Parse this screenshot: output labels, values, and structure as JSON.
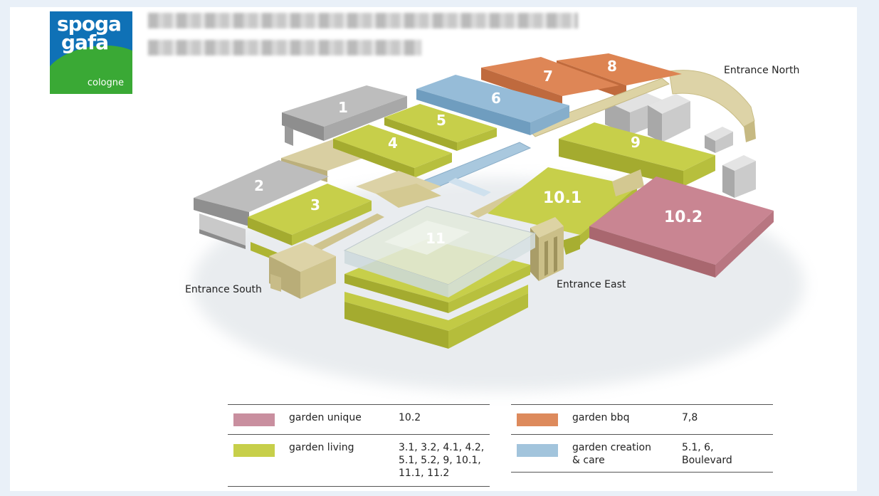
{
  "logo": {
    "line1": "spoga",
    "line2": "gafa",
    "line3": "cologne"
  },
  "colors": {
    "living": "#c7cf4a",
    "unique": "#c97f91",
    "bbq": "#dd8452",
    "creation": "#96bcd8",
    "gray": "#b9b9b9",
    "tan": "#d9cfa2"
  },
  "halls": {
    "h1": "1",
    "h2": "2",
    "h3": "3",
    "h4": "4",
    "h5": "5",
    "h6": "6",
    "h7": "7",
    "h8": "8",
    "h9": "9",
    "h10_1": "10.1",
    "h10_2": "10.2",
    "h11": "11"
  },
  "entrances": {
    "north": "Entrance North",
    "south": "Entrance South",
    "east": "Entrance East"
  },
  "legend": {
    "left": [
      {
        "name": "garden unique",
        "halls": "10.2",
        "color": "#c98f9f"
      },
      {
        "name": "garden living",
        "halls": "3.1, 3.2, 4.1, 4.2,\n5.1, 5.2, 9, 10.1,\n11.1, 11.2",
        "color": "#c7cf4a"
      }
    ],
    "right": [
      {
        "name": "garden bbq",
        "halls": "7,8",
        "color": "#dd8a5c"
      },
      {
        "name": "garden creation\n& care",
        "halls": "5.1, 6,\nBoulevard",
        "color": "#a2c4dc"
      }
    ]
  }
}
